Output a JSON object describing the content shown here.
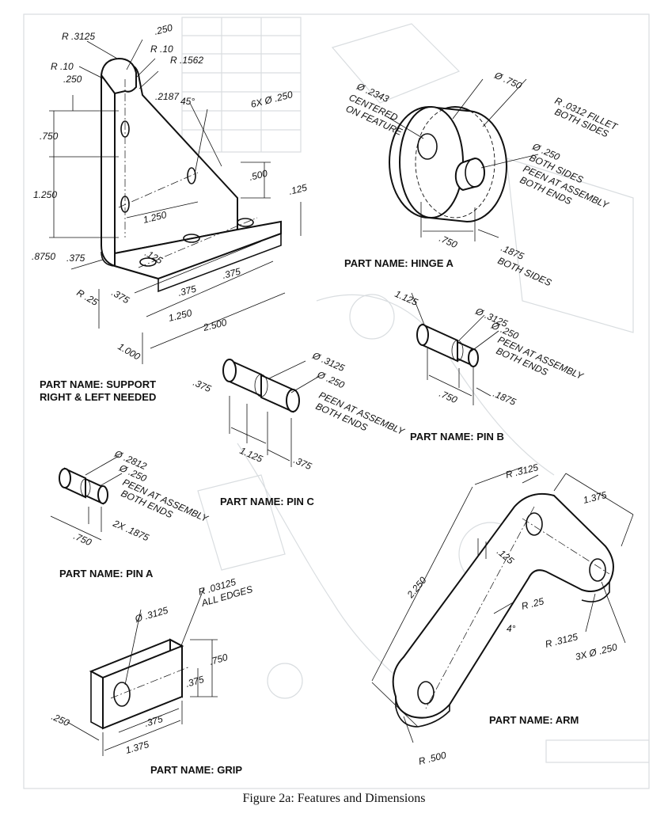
{
  "figure": {
    "caption": "Figure 2a: Features and Dimensions"
  },
  "parts": {
    "support": {
      "name": "PART NAME: SUPPORT",
      "name2": "RIGHT & LEFT NEEDED",
      "dims": {
        "r3125": "R .3125",
        "d250top": ".250",
        "r10a": "R .10",
        "r10b": "R .10",
        "r1562": "R .1562",
        "d250left": ".250",
        "d2187": ".2187",
        "angle45": "45°",
        "holes": "6X Ø .250",
        "d750": ".750",
        "d1250v": "1.250",
        "d500": ".500",
        "d125r": ".125",
        "d1250h": "1.250",
        "d125i": ".125",
        "d8750": ".8750",
        "d375l": ".375",
        "r25": "R .25",
        "d375a": ".375",
        "d375b": ".375",
        "d375c": ".375",
        "d1250b": "1.250",
        "d2500": "2.500",
        "d1000": "1.000"
      }
    },
    "hinge_a": {
      "name": "PART NAME: HINGE A",
      "dims": {
        "bore1": "Ø .2343",
        "bore2": "CENTERED",
        "bore3": "ON FEATURE",
        "dia750": "Ø .750",
        "fillet1": "R .0312 FILLET",
        "fillet2": "BOTH SIDES",
        "pin1": "Ø .250",
        "pin2": "BOTH SIDES",
        "peen1": "PEEN AT ASSEMBLY",
        "peen2": "BOTH ENDS",
        "len750": ".750",
        "len1875a": ".1875",
        "len1875b": "BOTH SIDES"
      }
    },
    "pin_b": {
      "name": "PART NAME: PIN B",
      "dims": {
        "len1125": "1.125",
        "dia3125": "Ø .3125",
        "dia250": "Ø .250",
        "peen1": "PEEN AT ASSEMBLY",
        "peen2": "BOTH ENDS",
        "len750": ".750",
        "len1875": ".1875"
      }
    },
    "pin_c": {
      "name": "PART NAME: PIN C",
      "dims": {
        "len375a": ".375",
        "dia3125": "Ø .3125",
        "dia250": "Ø .250",
        "peen1": "PEEN AT ASSEMBLY",
        "peen2": "BOTH ENDS",
        "len1125": "1.125",
        "len375b": ".375"
      }
    },
    "pin_a": {
      "name": "PART NAME: PIN A",
      "dims": {
        "dia2812": "Ø .2812",
        "dia250": "Ø .250",
        "peen1": "PEEN AT ASSEMBLY",
        "peen2": "BOTH ENDS",
        "len750": ".750",
        "len1875": "2X .1875"
      }
    },
    "grip": {
      "name": "PART NAME: GRIP",
      "dims": {
        "dia3125": "Ø .3125",
        "r03125": "R .03125",
        "edges": "ALL EDGES",
        "h750": ".750",
        "h375": ".375",
        "t250": ".250",
        "w375": ".375",
        "w1375": "1.375"
      }
    },
    "arm": {
      "name": "PART NAME: ARM",
      "dims": {
        "r3125a": "R .3125",
        "len1375": "1.375",
        "t125": ".125",
        "len2250": "2.250",
        "r25": "R .25",
        "ang4": "4°",
        "r3125b": "R .3125",
        "holes": "3X Ø .250",
        "r500": "R .500"
      }
    }
  }
}
